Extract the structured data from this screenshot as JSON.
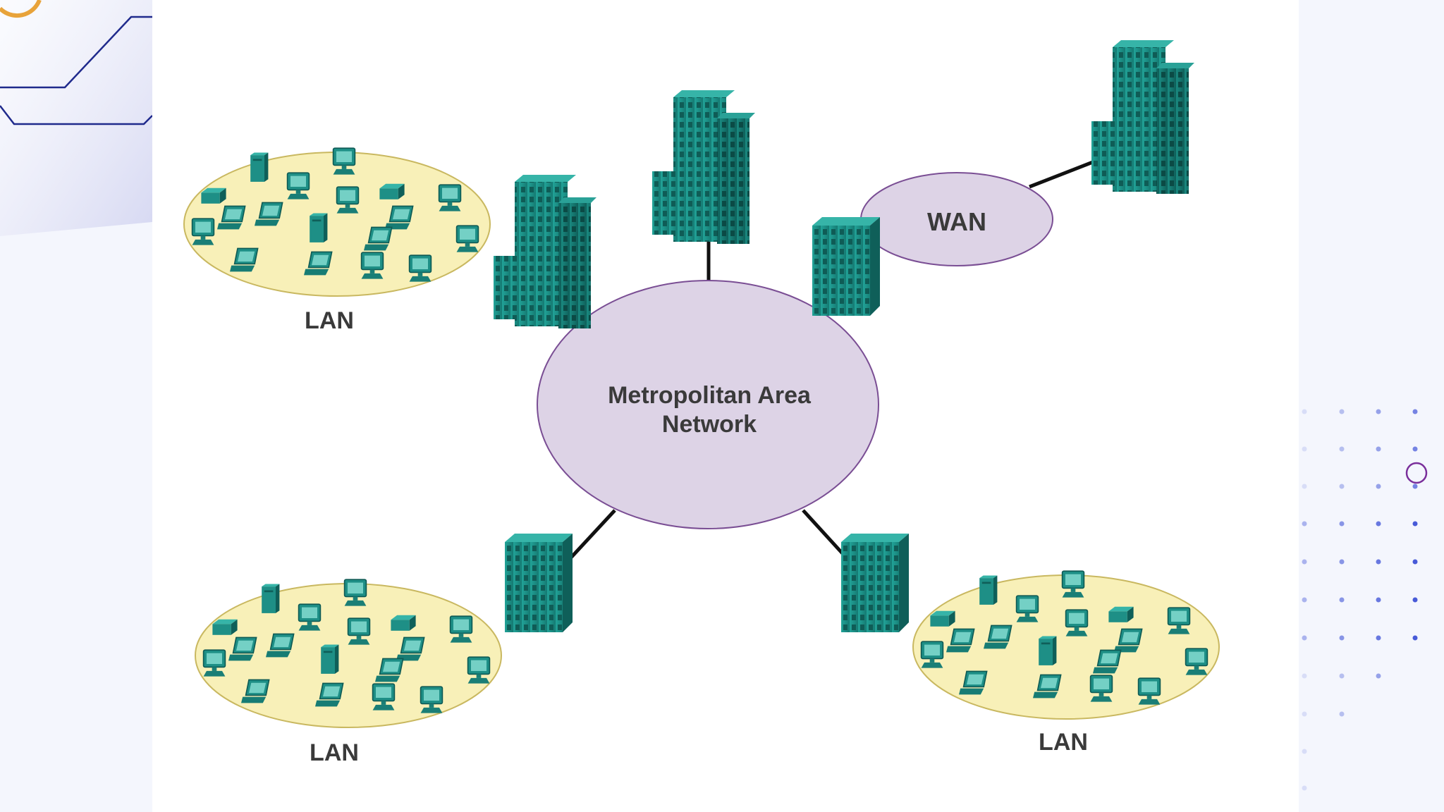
{
  "colors": {
    "page_background": "#f4f6fd",
    "panel_background": "#ffffff",
    "network_cloud_fill": "#ddd3e6",
    "network_cloud_stroke": "#7a4e94",
    "lan_fill": "#f8f0b8",
    "lan_stroke": "#c9b860",
    "device_teal": "#1f9188",
    "link_line": "#111111",
    "deco_navy": "#1f2a8c",
    "deco_orange": "#e8a33a",
    "deco_purple": "#7a2f9b",
    "dot_blue": "#3b50d6"
  },
  "diagram": {
    "man": {
      "line1": "Metropolitan Area",
      "line2": "Network"
    },
    "wan": {
      "label": "WAN"
    },
    "lans": [
      {
        "label": "LAN"
      },
      {
        "label": "LAN"
      },
      {
        "label": "LAN"
      }
    ],
    "icons": [
      "office-building-icon",
      "desktop-computer-icon",
      "laptop-icon",
      "server-tower-icon"
    ]
  }
}
